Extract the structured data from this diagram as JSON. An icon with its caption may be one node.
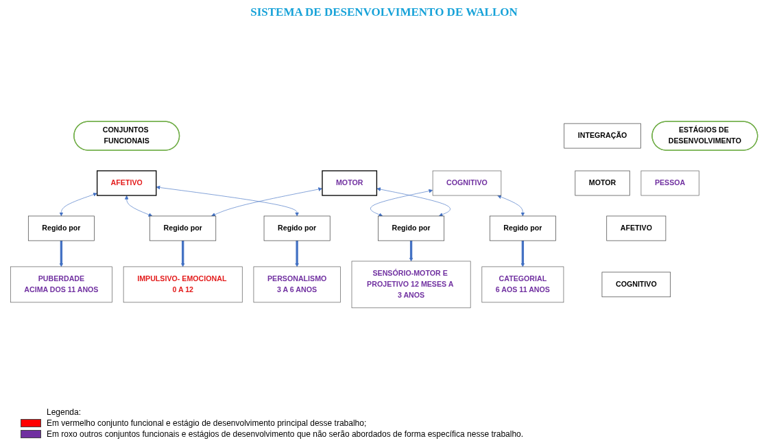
{
  "diagram": {
    "title": "SISTEMA DE DESENVOLVIMENTO DE WALLON",
    "nodes": [
      {
        "text": [
          "CONJUNTOS FUNCIONAIS"
        ]
      },
      {
        "text": [
          "MOTOR"
        ]
      },
      {
        "text": [
          "AFETIVO"
        ]
      },
      {
        "text": [
          "COGNITIVO"
        ]
      },
      {
        "text": [
          "INTEGRAÇÃO"
        ]
      },
      {
        "text": [
          "PESSOA"
        ]
      },
      {
        "text": [
          "MOTOR"
        ]
      },
      {
        "text": [
          "AFETIVO"
        ]
      },
      {
        "text": [
          "COGNITIVO"
        ]
      },
      {
        "text": [
          "ESTÁGIOS DE DESENVOLVIMENTO"
        ]
      },
      {
        "text": [
          "Regido por"
        ]
      },
      {
        "text": [
          "IMPULSIVO- EMOCIONAL 0 A 12"
        ]
      },
      {
        "text": [
          "Regido por"
        ]
      },
      {
        "text": [
          "SENSÓRIO-MOTOR E PROJETIVO 12 MESES A 3 ANOS"
        ]
      },
      {
        "text": [
          "Regido por"
        ]
      },
      {
        "text": [
          "PERSONALISMO",
          "3 A 6 ANOS"
        ]
      },
      {
        "text": [
          "Regido por"
        ]
      },
      {
        "text": [
          "CATEGORIAL",
          "6 AOS 11 ANOS"
        ]
      },
      {
        "text": [
          "Regido por"
        ]
      },
      {
        "text": [
          "PUBERDADE",
          "ACIMA DOS 11 ANOS"
        ]
      }
    ],
    "edges": [
      {
        "from": 2,
        "to": 10,
        "arrow": "both"
      },
      {
        "from": 1,
        "to": 10,
        "arrow": "both"
      },
      {
        "from": 3,
        "to": 12,
        "arrow": "both"
      },
      {
        "from": 1,
        "to": 12,
        "arrow": "both"
      },
      {
        "from": 2,
        "to": 14,
        "arrow": "both"
      },
      {
        "from": 3,
        "to": 16,
        "arrow": "both"
      },
      {
        "from": 2,
        "to": 18,
        "arrow": "both"
      },
      {
        "from": 10,
        "to": 11,
        "arrow": "to",
        "style": "thick"
      },
      {
        "from": 12,
        "to": 13,
        "arrow": "to",
        "style": "thick"
      },
      {
        "from": 14,
        "to": 15,
        "arrow": "to",
        "style": "thick"
      },
      {
        "from": 16,
        "to": 17,
        "arrow": "to",
        "style": "thick"
      },
      {
        "from": 18,
        "to": 19,
        "arrow": "to",
        "style": "thick"
      }
    ],
    "labels": [
      "Legenda:"
    ],
    "legend": [
      {
        "text": "Em vermelho conjunto funcional e estágio de desenvolvimento principal desse trabalho;",
        "color": "#ff0000"
      },
      {
        "text": "Em roxo outros conjuntos funcionais e estágios de desenvolvimento que não serão abordados de forma específica nesse trabalho.",
        "color": "#7030a0"
      }
    ]
  }
}
